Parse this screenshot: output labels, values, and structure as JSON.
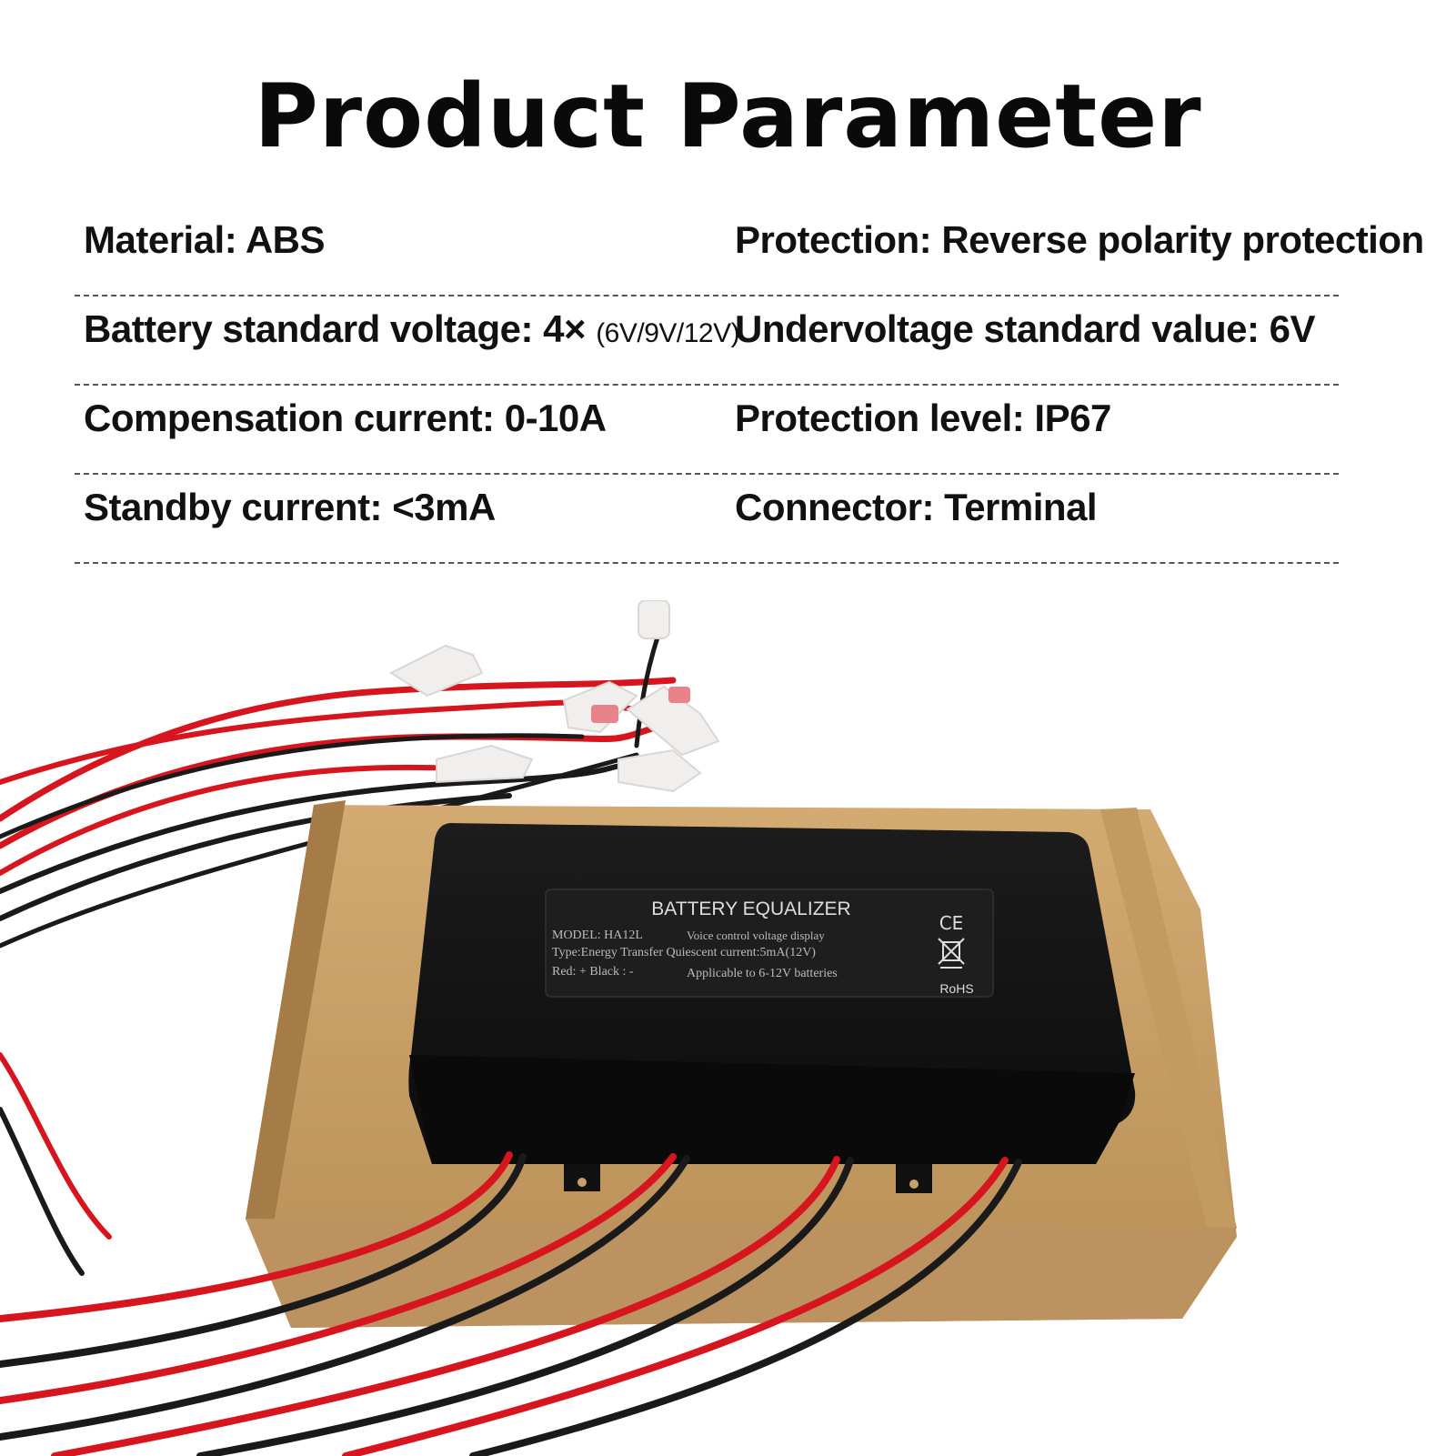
{
  "title": "Product Parameter",
  "parameters": [
    {
      "left": "Material: ABS",
      "right": "Protection: Reverse polarity protection"
    },
    {
      "left_main": "Battery standard voltage: 4×",
      "left_suffix": "(6V/9V/12V)",
      "right": "Undervoltage standard value: 6V"
    },
    {
      "left": "Compensation current: 0-10A",
      "right": "Protection level: IP67"
    },
    {
      "left": "Standby current: <3mA",
      "right": "Connector: Terminal"
    }
  ],
  "label": {
    "heading": "BATTERY EQUALIZER",
    "line1_left": "MODEL: HA12L",
    "line1_right": "Voice control voltage display",
    "line2": "Type:Energy Transfer  Quiescent current:5mA(12V)",
    "line3_left": "Red: +   Black : -",
    "line3_right": "Applicable to 6-12V batteries",
    "ce": "CE",
    "rohs": "RoHS"
  },
  "colors": {
    "wire_red": "#d6151f",
    "wire_black": "#1a1a1a",
    "box": "#c9a06a",
    "device": "#141414"
  }
}
